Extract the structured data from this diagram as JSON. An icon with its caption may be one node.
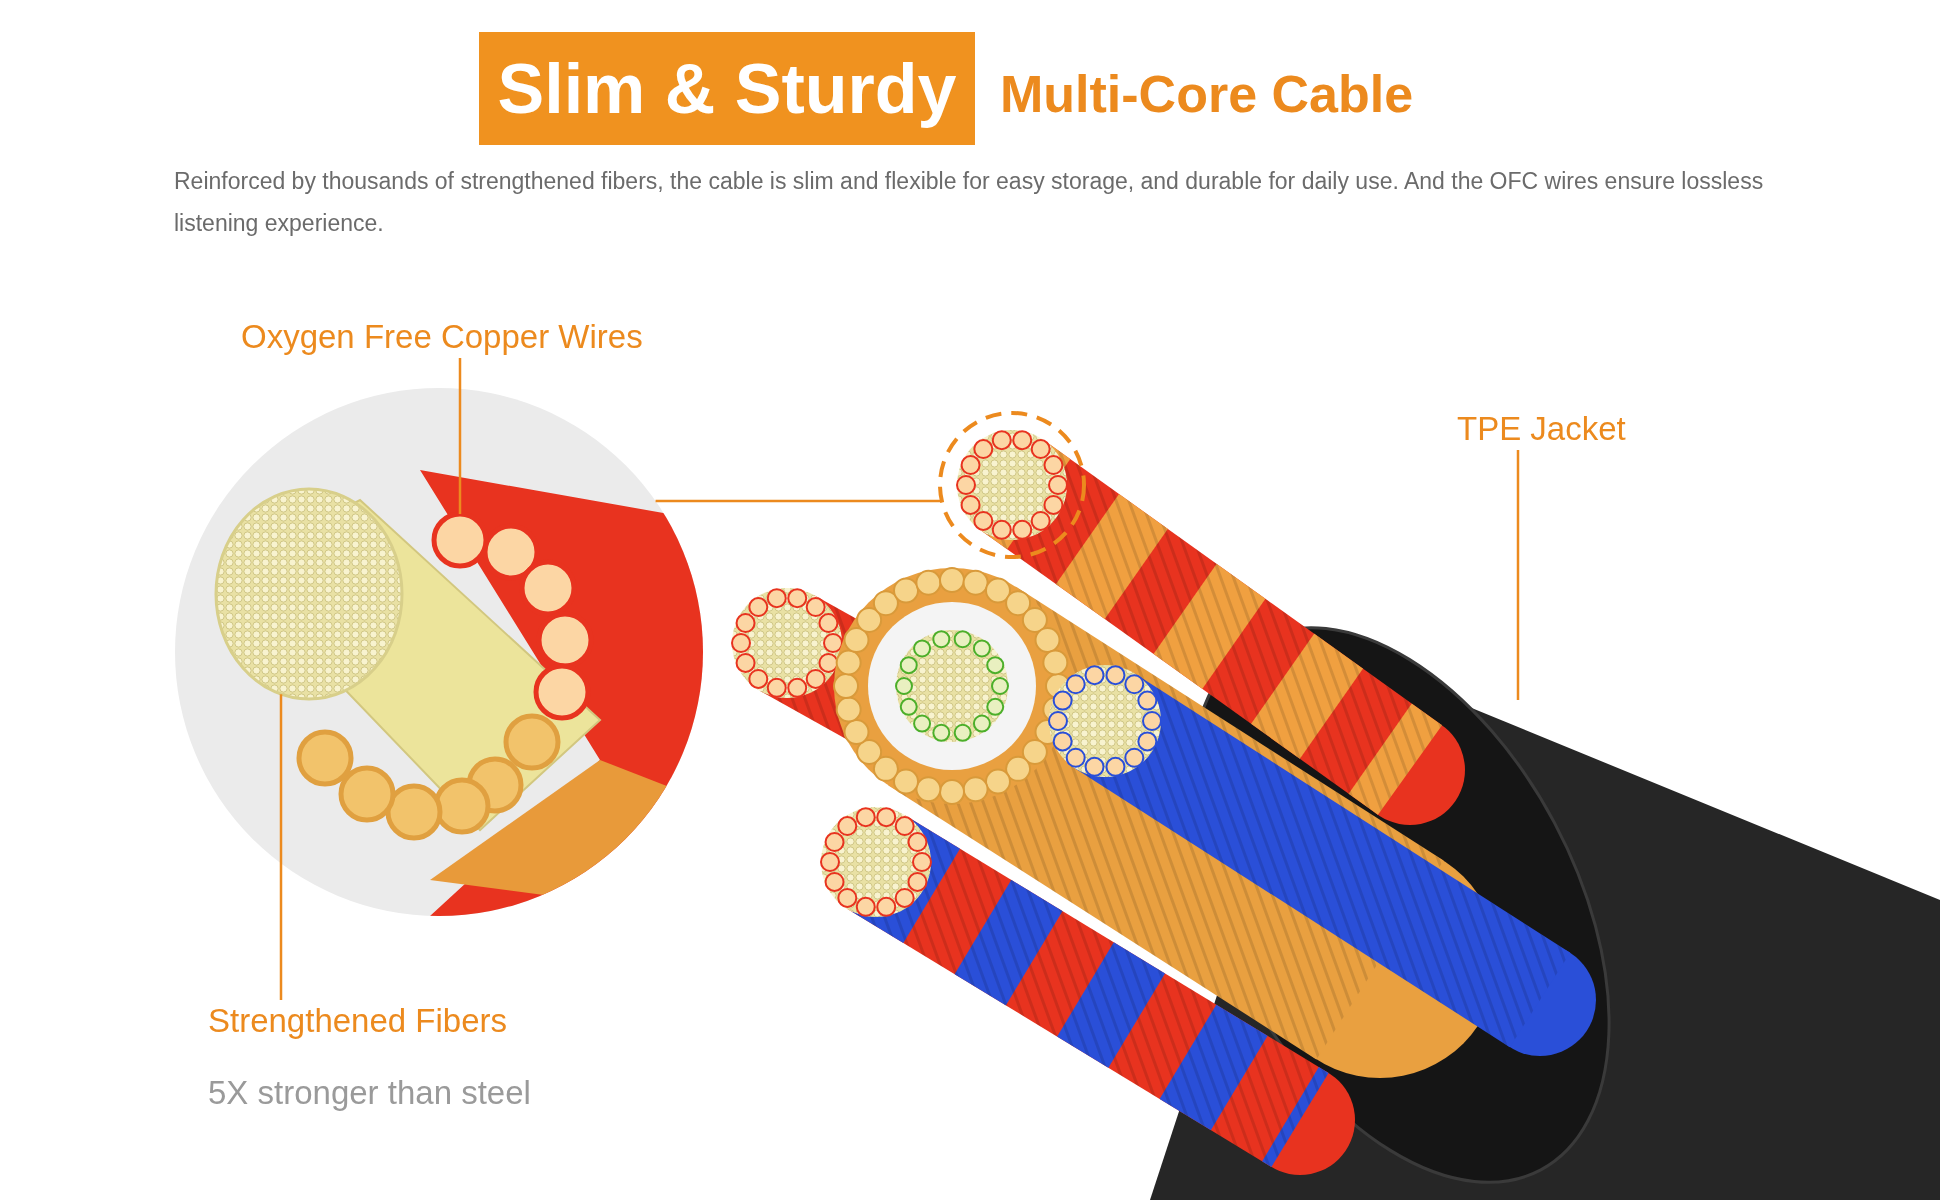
{
  "diagram": {
    "nodes": [
      {
        "text": [
          "Slim & Sturdy"
        ],
        "beside": [
          "Multi-Core Cable"
        ]
      },
      {
        "text": [
          "Oxygen Free Copper Wires"
        ]
      },
      {
        "text": [],
        "shape": "picture"
      },
      {
        "text": [],
        "shape": "circle",
        "in": 2
      },
      {
        "text": [],
        "shape": "cylinder",
        "in": 2
      },
      {
        "text": [
          "Strengthened Fibers",
          "5X stronger than steel"
        ]
      },
      {
        "text": [
          "TPE Jacket"
        ]
      },
      {
        "text": [],
        "shape": "picture"
      },
      {
        "text": [],
        "shape": "circle",
        "in": 7
      },
      {
        "text": [],
        "shape": "cylinder"
      }
    ],
    "edges": [
      {
        "from": 1,
        "to": 3,
        "arrow": "none"
      },
      {
        "from": 5,
        "to": 4,
        "arrow": "none"
      },
      {
        "from": 6,
        "to": 9,
        "arrow": "none"
      },
      {
        "from": 2,
        "to": 8,
        "arrow": "none"
      }
    ],
    "labels": [
      "Reinforced by thousands of strengthened fibers, the cable is slim and flexible for easy storage, and durable for daily use. And the OFC wires ensure lossless listening experience."
    ]
  }
}
